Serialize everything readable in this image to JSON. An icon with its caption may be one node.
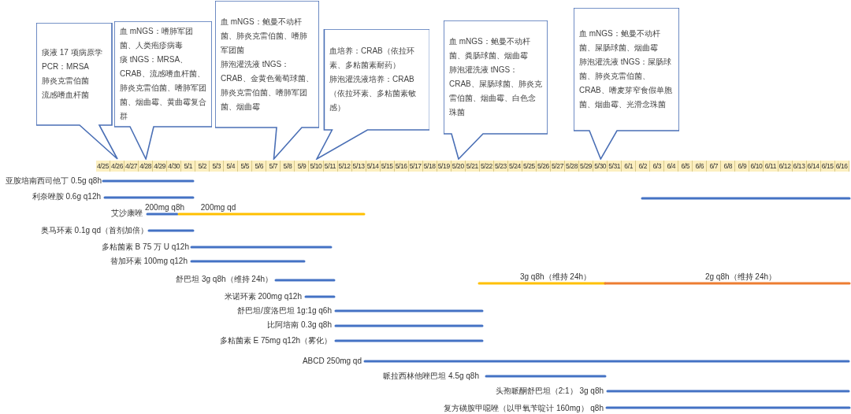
{
  "diagram": {
    "nodes": [
      {
        "text": [
          "痰液 17 项病原学 PCR：MRSA",
          "肺炎克雷伯菌",
          "流感嗜血杆菌"
        ]
      },
      {
        "text": [
          "血 mNGS：嗜肺军团菌、人类疱疹病毒",
          "痰 tNGS：MRSA、CRAB、流感嗜血杆菌、肺炎克雷伯菌、嗜肺军团菌、烟曲霉、黄曲霉复合群"
        ]
      },
      {
        "text": [
          "血 mNGS：鲍曼不动杆菌、肺炎克雷伯菌、嗜肺军团菌",
          "肺泡灌洗液 tNGS：CRAB、金黄色葡萄球菌、肺炎克雷伯菌、嗜肺军团菌、烟曲霉"
        ]
      },
      {
        "text": [
          "血培养：CRAB（依拉环素、多粘菌素耐药）",
          "肺泡灌洗液培养：CRAB（依拉环素、多粘菌素敏感）"
        ]
      },
      {
        "text": [
          "血 mNGS：鲍曼不动杆菌、粪肠球菌、烟曲霉",
          "肺泡灌洗液 tNGS：CRAB、屎肠球菌、肺炎克雷伯菌、烟曲霉、白色念珠菌"
        ]
      },
      {
        "text": [
          "血 mNGS：鲍曼不动杆菌、屎肠球菌、烟曲霉",
          "肺泡灌洗液 tNGS：屎肠球菌、肺炎克雷伯菌、CRAB、嗜麦芽窄食假单胞菌、烟曲霉、光滑念珠菌"
        ]
      }
    ],
    "labels": [
      "4/25",
      "4/26",
      "4/27",
      "4/28",
      "4/29",
      "4/30",
      "5/1",
      "5/2",
      "5/3",
      "5/4",
      "5/5",
      "5/6",
      "5/7",
      "5/8",
      "5/9",
      "5/10",
      "5/11",
      "5/12",
      "5/13",
      "5/14",
      "5/15",
      "5/16",
      "5/17",
      "5/18",
      "5/19",
      "5/20",
      "5/21",
      "5/22",
      "5/23",
      "5/24",
      "5/25",
      "5/26",
      "5/27",
      "5/28",
      "5/29",
      "5/30",
      "5/31",
      "6/1",
      "6/2",
      "6/3",
      "6/4",
      "6/5",
      "6/6",
      "6/7",
      "6/8",
      "6/9",
      "6/10",
      "6/11",
      "6/12",
      "6/13",
      "6/14",
      "6/15",
      "6/16",
      "亚胺培南西司他丁 0.5g q8h",
      "利奈唑胺 0.6g q12h",
      "200mg q8h",
      "200mg qd",
      "艾沙康唑",
      "奥马环素 0.1g qd（首剂加倍）",
      "多粘菌素 B 75 万 U q12h",
      "替加环素 100mg q12h",
      "舒巴坦 3g q8h（维持 24h）",
      "3g q8h（维持 24h）",
      "2g q8h（维持 24h）",
      "米诺环素 200mg q12h",
      "舒巴坦/度洛巴坦 1g:1g q6h",
      "比阿培南 0.3g q8h",
      "多粘菌素 E 75mg q12h（雾化）",
      "ABCD 250mg qd",
      "哌拉西林他唑巴坦 4.5g q8h",
      "头孢哌酮舒巴坦（2:1） 3g q8h",
      "复方磺胺甲噁唑（以甲氧苄啶计 160mg） q8h"
    ]
  }
}
